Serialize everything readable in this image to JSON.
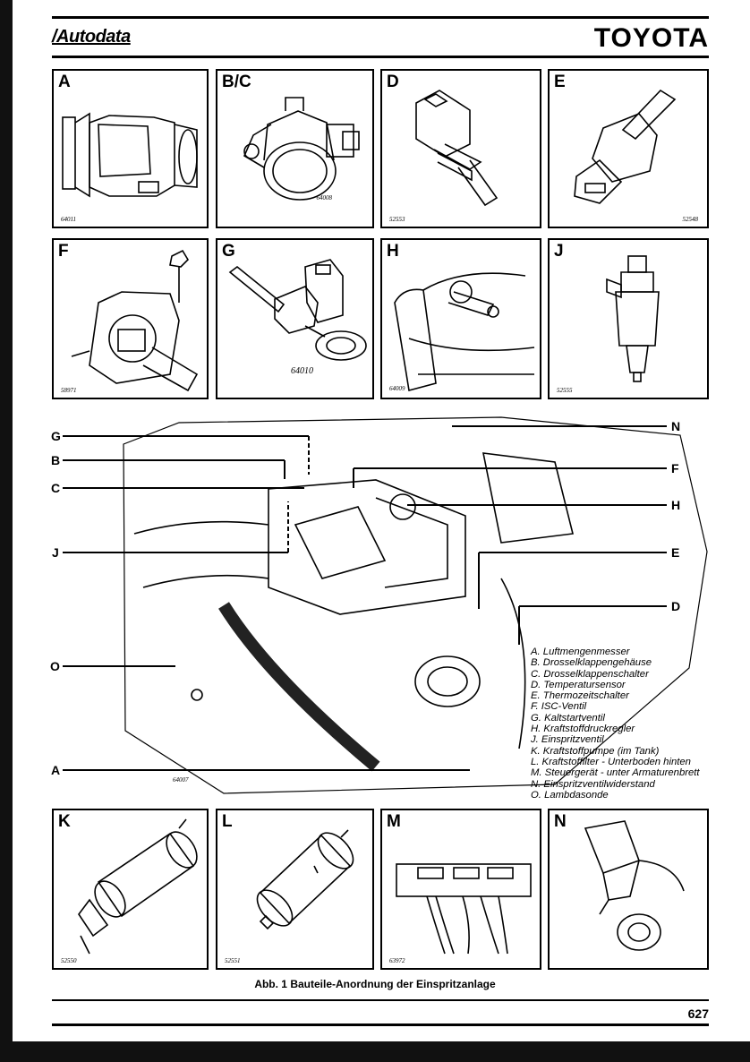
{
  "header": {
    "brand": "/Autodata",
    "make": "TOYOTA"
  },
  "panels": [
    {
      "letter": "A",
      "ref": "64011"
    },
    {
      "letter": "B/C",
      "ref": "64008"
    },
    {
      "letter": "D",
      "ref": "52553"
    },
    {
      "letter": "E",
      "ref": "52548"
    },
    {
      "letter": "F",
      "ref": "58971"
    },
    {
      "letter": "G",
      "ref": "64010"
    },
    {
      "letter": "H",
      "ref": "64009"
    },
    {
      "letter": "J",
      "ref": "52555"
    },
    {
      "letter": "K",
      "ref": "52550"
    },
    {
      "letter": "L",
      "ref": "52551"
    },
    {
      "letter": "M",
      "ref": "63972"
    },
    {
      "letter": "N",
      "ref": ""
    }
  ],
  "diagram": {
    "ref": "64007",
    "callouts_left": [
      "G",
      "B",
      "C",
      "J",
      "O",
      "A"
    ],
    "callouts_right": [
      "N",
      "F",
      "H",
      "E",
      "D"
    ]
  },
  "legend": [
    "A. Luftmengenmesser",
    "B. Drosselklappengehäuse",
    "C. Drosselklappenschalter",
    "D. Temperatursensor",
    "E. Thermozeitschalter",
    "F. ISC-Ventil",
    "G. Kaltstartventil",
    "H. Kraftstoffdruckregler",
    "J. Einspritzventil",
    "K. Kraftstoffpumpe (im Tank)",
    "L. Kraftstoffilter - Unterboden hinten",
    "M. Steuergerät - unter Armaturenbrett",
    "N. Einspritzventilwiderstand",
    "O. Lambdasonde"
  ],
  "caption": "Abb. 1 Bauteile-Anordnung der Einspritzanlage",
  "page_number": "627"
}
